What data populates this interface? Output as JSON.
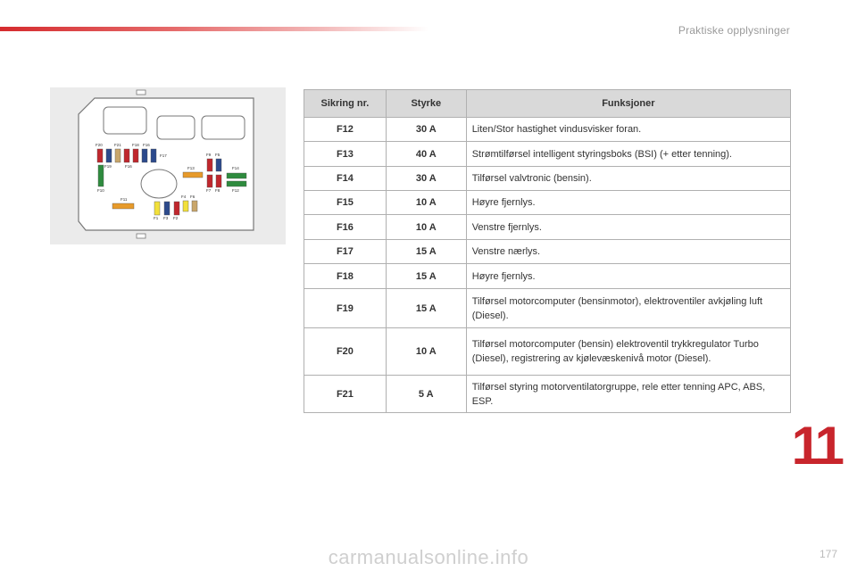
{
  "header": {
    "section_title": "Praktiske opplysninger",
    "accent_color": "#d52b2e"
  },
  "chapter": {
    "number": "11",
    "color": "#c8252c"
  },
  "page": {
    "number": "177"
  },
  "footer": {
    "watermark": "carmanualsonline.info"
  },
  "diagram": {
    "labels": {
      "f20": "F20",
      "f21": "F21",
      "f18": "F18",
      "f16a": "F16",
      "f19": "F19",
      "f16b": "F16",
      "f17": "F17",
      "f10": "F10",
      "f11": "F11",
      "f13": "F13",
      "f9": "F9",
      "f5": "F5",
      "f14": "F14",
      "f7": "F7",
      "f8": "F8",
      "f12": "F12",
      "f4": "F4",
      "f6": "F6",
      "f1": "F1",
      "f3": "F3",
      "f2": "F2"
    },
    "colors": {
      "red": "#c0272d",
      "blue": "#2c4a8c",
      "green": "#2e8b3e",
      "orange": "#e79a2a",
      "yellow": "#f2e03a",
      "tan": "#c9a66b"
    }
  },
  "table": {
    "headers": {
      "num": "Sikring nr.",
      "amp": "Styrke",
      "func": "Funksjoner"
    },
    "rows": [
      {
        "num": "F12",
        "amp": "30 A",
        "func": "Liten/Stor hastighet vindusvisker foran."
      },
      {
        "num": "F13",
        "amp": "40 A",
        "func": "Strømtilførsel intelligent styringsboks (BSI) (+ etter tenning)."
      },
      {
        "num": "F14",
        "amp": "30 A",
        "func": "Tilførsel valvtronic (bensin)."
      },
      {
        "num": "F15",
        "amp": "10 A",
        "func": "Høyre fjernlys."
      },
      {
        "num": "F16",
        "amp": "10 A",
        "func": "Venstre fjernlys."
      },
      {
        "num": "F17",
        "amp": "15 A",
        "func": "Venstre nærlys."
      },
      {
        "num": "F18",
        "amp": "15 A",
        "func": "Høyre fjernlys."
      },
      {
        "num": "F19",
        "amp": "15 A",
        "func": "Tilførsel motorcomputer (bensinmotor), elektroventiler avkjøling luft (Diesel)."
      },
      {
        "num": "F20",
        "amp": "10 A",
        "func": "Tilførsel motorcomputer (bensin) elektroventil trykkregulator Turbo (Diesel), registrering av kjølevæskenivå motor (Diesel)."
      },
      {
        "num": "F21",
        "amp": "5 A",
        "func": "Tilførsel styring motorventilatorgruppe, rele etter tenning APC, ABS, ESP."
      }
    ]
  }
}
